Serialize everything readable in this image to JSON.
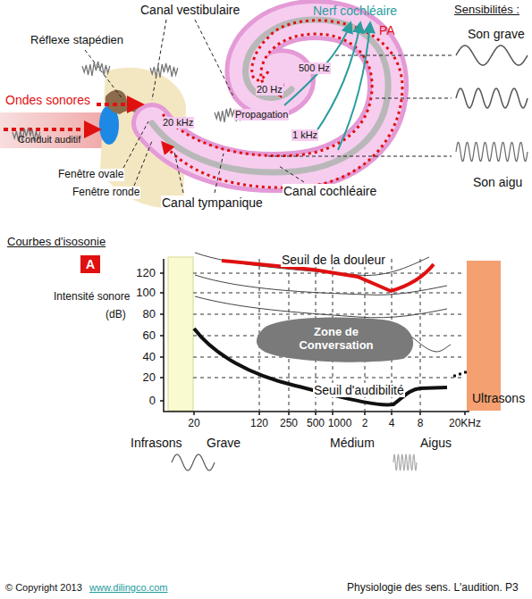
{
  "diagram": {
    "nodes": [
      {
        "text": [
          "A"
        ]
      },
      {
        "text": [
          "Zone de Conversation"
        ]
      }
    ],
    "labels": [
      "Canal vestibulaire",
      "Nerf cochléaire",
      "PA",
      "Sensibilités :",
      "Son grave",
      "Réflexe stapédien",
      "500 Hz",
      "20 Hz",
      "Ondes sonores",
      "20 kHz",
      "Propagation",
      "1 kHz",
      "Conduit auditif",
      "Fenêtre ovale",
      "Fenêtre ronde",
      "Canal tympanique",
      "Canal cochléaire",
      "Son aigu",
      "Courbes d'isosonie",
      "Intensité sonore",
      "(dB)",
      "120",
      "100",
      "80",
      "60",
      "40",
      "20",
      "0",
      "Seuil de la douleur",
      "Seuil d'audibilité",
      "Ultrasons",
      "20",
      "120",
      "250",
      "500",
      "1000",
      "2",
      "4",
      "8",
      "20KHz",
      "Infrasons",
      "Grave",
      "Médium",
      "Aigus",
      "© Copyright 2013",
      "www.dilingco.com",
      "Physiologie des sens. L'audition. P3"
    ]
  }
}
